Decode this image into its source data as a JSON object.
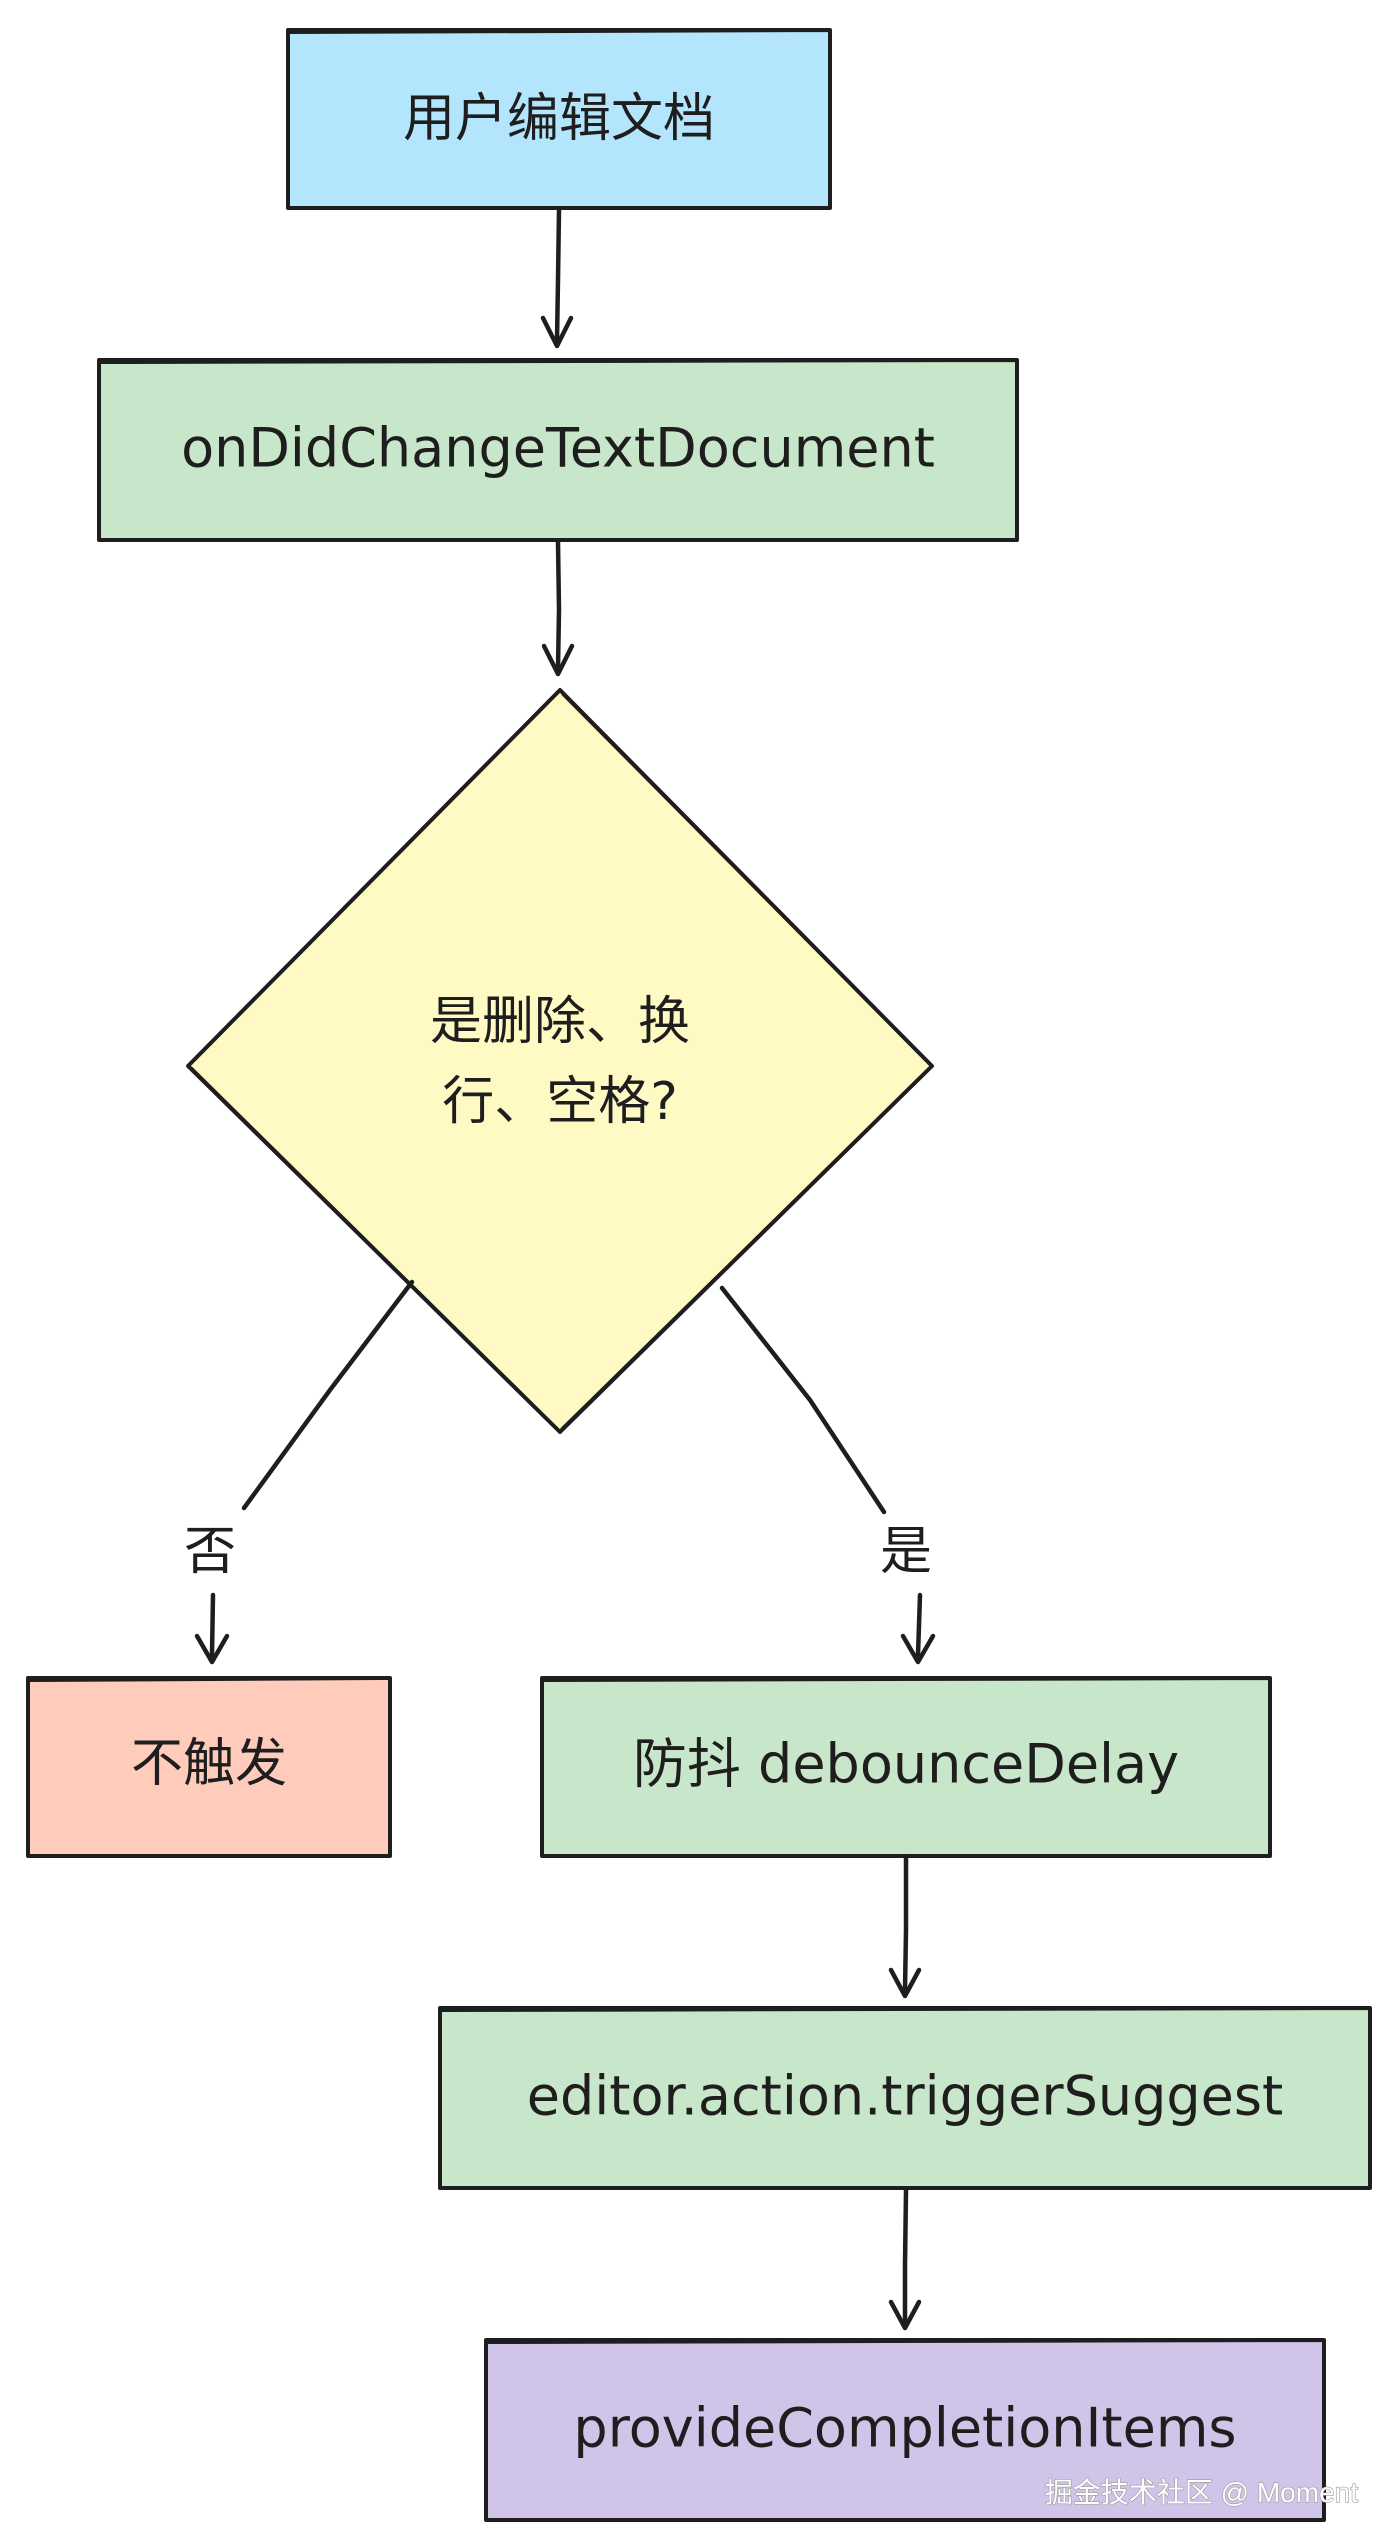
{
  "colors": {
    "stroke": "#1e1e1e",
    "blue": "#b3e5fc",
    "green": "#c8e6c9",
    "yellow": "#fff9c4",
    "red": "#ffccbc",
    "purple": "#d1c4e9"
  },
  "nodes": {
    "user_edit": "用户编辑文档",
    "on_change": "onDidChangeTextDocument",
    "decision_line1": "是删除、换",
    "decision_line2": "行、空格?",
    "no_trigger": "不触发",
    "debounce": "防抖 debounceDelay",
    "trigger_suggest": "editor.action.triggerSuggest",
    "provide_items": "provideCompletionItems"
  },
  "edges": {
    "no_label": "否",
    "yes_label": "是"
  },
  "watermark": "掘金技术社区 @ Moment"
}
